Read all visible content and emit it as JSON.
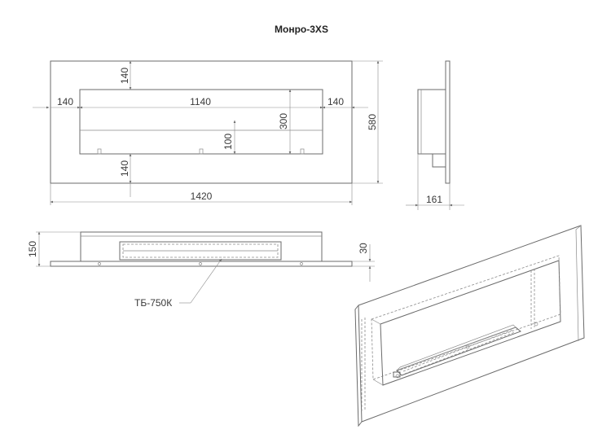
{
  "title": "Монро-3XS",
  "front_view": {
    "dim_side_left": "140",
    "dim_top": "140",
    "dim_opening_width": "1140",
    "dim_side_right": "140",
    "dim_opening_height": "300",
    "dim_burner_height": "100",
    "dim_bottom": "140",
    "dim_overall_width": "1420",
    "dim_overall_height": "580"
  },
  "side_view": {
    "dim_depth": "161"
  },
  "top_view": {
    "dim_height": "150",
    "dim_frame": "30",
    "burner_label": "ТБ-750К"
  }
}
